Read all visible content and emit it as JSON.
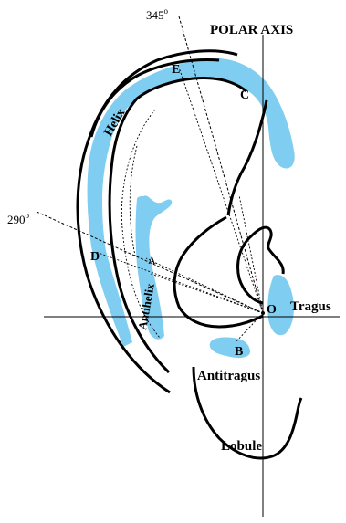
{
  "figure": {
    "polar_axis_label": "POLAR AXIS",
    "angles": [
      {
        "value": "345",
        "unit": "o"
      },
      {
        "value": "290",
        "unit": "o"
      }
    ],
    "anatomy_labels": {
      "helix": "Helix",
      "antihelix": "Antihelix",
      "tragus": "Tragus",
      "antitragus": "Antitragus",
      "lobule": "Lobule"
    },
    "points": {
      "a": "A",
      "b": "B",
      "c": "C",
      "d": "D",
      "e": "E",
      "o": "O"
    },
    "colors": {
      "fill": "#7fcdf0",
      "stroke": "#000000",
      "background": "#ffffff"
    }
  }
}
